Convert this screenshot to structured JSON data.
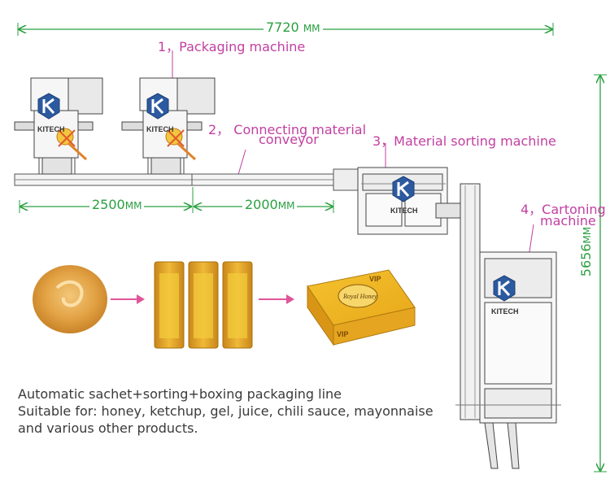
{
  "dimensions": {
    "total_length": "7720",
    "total_length_unit": "MM",
    "segment_1": "2500",
    "segment_1_unit": "MM",
    "segment_2": "2000",
    "segment_2_unit": "MM",
    "height": "5656",
    "height_unit": "MM"
  },
  "labels": {
    "packaging": "1，Packaging machine",
    "conveyor_line1": "2，  Connecting material",
    "conveyor_line2": "conveyor",
    "sorting": "3，Material sorting machine",
    "cartoning_line1": "4，Cartoning",
    "cartoning_line2": "machine"
  },
  "brand": "KITECH",
  "box_print": {
    "vip": "VIP",
    "brand_script": "Royal Honey"
  },
  "caption": [
    "Automatic sachet+sorting+boxing packaging line",
    "Suitable for: honey, ketchup, gel, juice, chili sauce, mayonnaise",
    "and various other products."
  ],
  "colors": {
    "dimension": "#2aa040",
    "label": "#c23fa0",
    "arrow": "#e0559a",
    "honey": "#d99a3a",
    "sachet": "#e0a82c",
    "logo_blue": "#2c5aa0"
  },
  "icons": [
    "kitech-logo-icon",
    "flow-arrow-icon"
  ]
}
